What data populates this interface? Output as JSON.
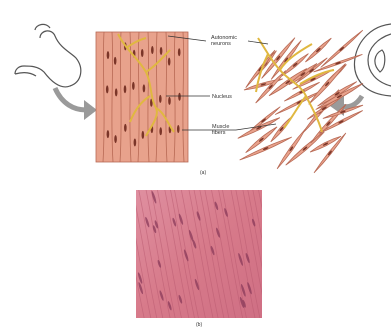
{
  "labels": {
    "autonomic_neurons_line1": "Autonomic",
    "autonomic_neurons_line2": "neurons",
    "nucleus": "Nucleus",
    "muscle_fibers_line1": "Muscle",
    "muscle_fibers_line2": "fibers",
    "panel_a": "(a)",
    "panel_b": "(b)"
  },
  "colors": {
    "muscle_fill": "#e8a28c",
    "muscle_stroke": "#b86a55",
    "nucleus": "#7a3528",
    "neuron": "#e0b840",
    "neuron_stroke": "#8a6a18",
    "arrow": "#9a9a9a",
    "micrograph_base": "#d77a8a",
    "micrograph_dark": "#b95a70",
    "micrograph_nucleus": "#8a3a5a",
    "outline": "#555555"
  },
  "icons": {
    "left": "stomach-outline-icon",
    "right": "eye-outline-icon"
  }
}
